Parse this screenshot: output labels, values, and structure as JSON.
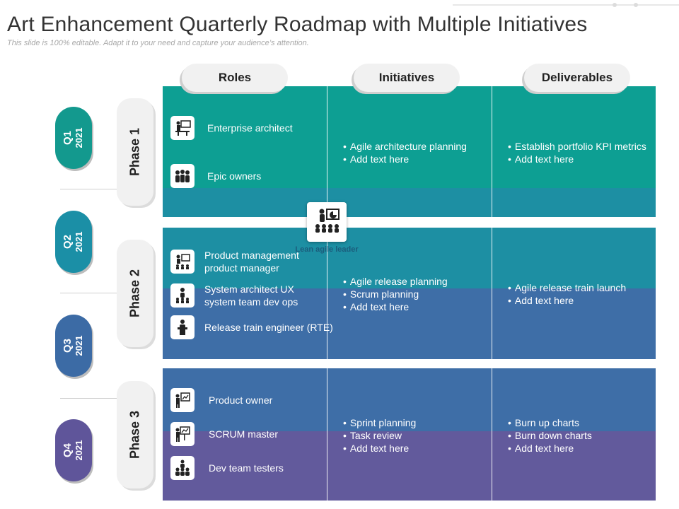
{
  "title": "Art Enhancement Quarterly Roadmap with Multiple Initiatives",
  "subtitle": "This slide is 100% editable. Adapt it to your need and capture your audience’s attention.",
  "columns": [
    "Roles",
    "Initiatives",
    "Deliverables"
  ],
  "colors": {
    "teal": "#0d9f93",
    "teal_blue": "#1d8fa3",
    "blue": "#3e6ea7",
    "blue_purple": "#4e62a3",
    "purple": "#625a9c",
    "q1": "#13998e",
    "q2": "#1b8fa6",
    "q3": "#3c6ba5",
    "q4": "#5f559a"
  },
  "quarters": [
    {
      "q": "Q1",
      "year": "2021"
    },
    {
      "q": "Q2",
      "year": "2021"
    },
    {
      "q": "Q3",
      "year": "2021"
    },
    {
      "q": "Q4",
      "year": "2021"
    }
  ],
  "phases": [
    {
      "label": "Phase 1",
      "roles": [
        {
          "label": "Enterprise architect",
          "icon": "presenter-desk-icon"
        },
        {
          "label": "Epic owners",
          "icon": "group-icon"
        }
      ],
      "initiatives": [
        "Agile architecture planning",
        "Add text here"
      ],
      "deliverables": [
        "Establish portfolio KPI metrics",
        "Add text here"
      ]
    },
    {
      "label": "Phase 2",
      "roles": [
        {
          "label": "Product management product manager",
          "icon": "presentation-icon"
        },
        {
          "label": "System architect UX system team dev ops",
          "icon": "team-lead-icon"
        },
        {
          "label": "Release train engineer (RTE)",
          "icon": "speaker-podium-icon"
        }
      ],
      "initiatives": [
        "Agile release planning",
        "Scrum planning",
        "Add text here"
      ],
      "deliverables": [
        "Agile release train launch",
        "Add text here"
      ]
    },
    {
      "label": "Phase 3",
      "roles": [
        {
          "label": "Product owner",
          "icon": "presenter-board-icon"
        },
        {
          "label": "SCRUM master",
          "icon": "board-trainer-icon"
        },
        {
          "label": "Dev team testers",
          "icon": "team-group-icon"
        }
      ],
      "initiatives": [
        "Sprint planning",
        "Task review",
        "Add text here"
      ],
      "deliverables": [
        "Burn up charts",
        "Burn down charts",
        "Add text here"
      ]
    }
  ],
  "leader": {
    "label": "Lean agile leader",
    "icon": "meeting-presentation-icon"
  }
}
